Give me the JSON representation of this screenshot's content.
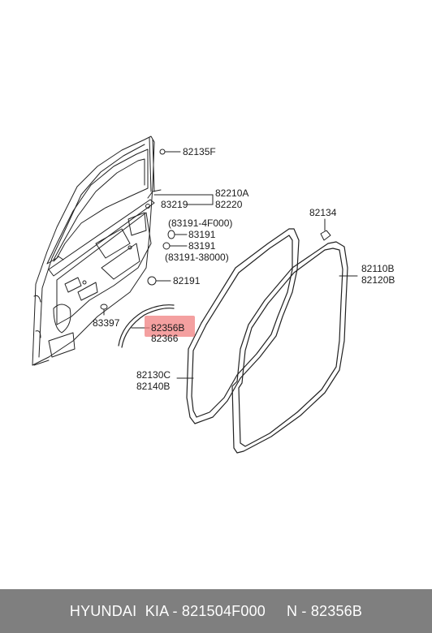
{
  "parts": {
    "p82135F": "82135F",
    "p82210A": "82210A",
    "p82220": "82220",
    "p83219": "83219",
    "p82134": "82134",
    "p83191_4F000": "(83191-4F000)",
    "p83191a": "83191",
    "p83191b": "83191",
    "p83191_38000": "(83191-38000)",
    "p82110B": "82110B",
    "p82120B": "82120B",
    "p82191": "82191",
    "p83397": "83397",
    "p82356B": "82356B",
    "p82366": "82366",
    "p82130C": "82130C",
    "p82140B": "82140B"
  },
  "highlight_color": "#f08080",
  "footer": {
    "brand": "HYUNDAI  KIA - 821504F000",
    "part": "N - 82356B"
  }
}
